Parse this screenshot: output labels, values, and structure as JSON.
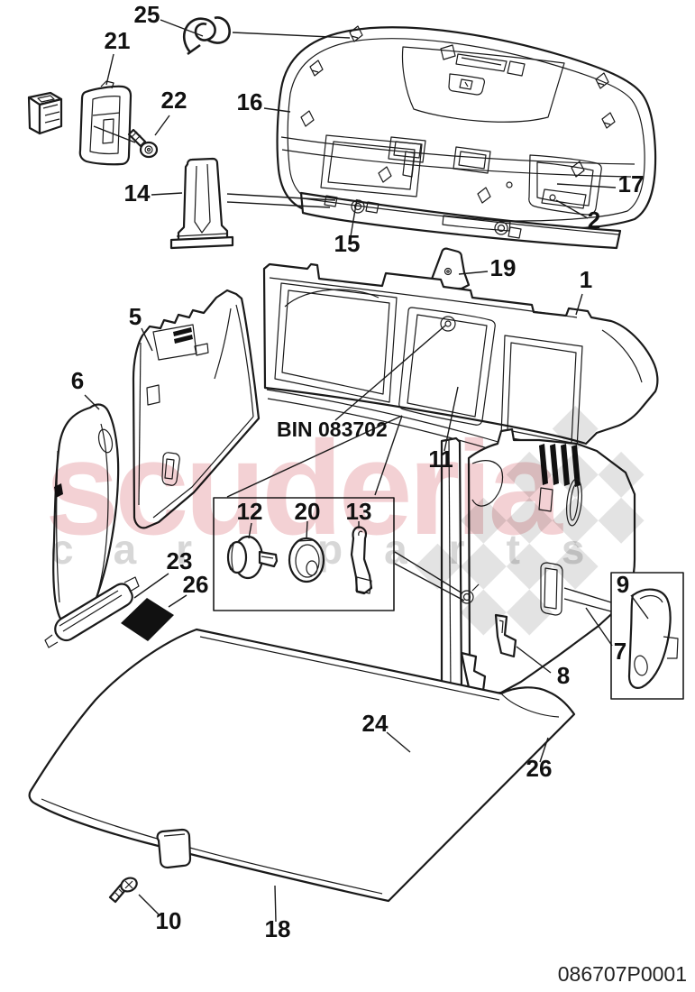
{
  "diagram": {
    "bin_label": "BIN 083702",
    "part_code": "086707P0001",
    "callouts": [
      {
        "label": "25"
      },
      {
        "label": "21"
      },
      {
        "label": "22"
      },
      {
        "label": "16"
      },
      {
        "label": "14"
      },
      {
        "label": "15"
      },
      {
        "label": "17"
      },
      {
        "label": "2"
      },
      {
        "label": "19"
      },
      {
        "label": "1"
      },
      {
        "label": "5"
      },
      {
        "label": "6"
      },
      {
        "label": "11"
      },
      {
        "label": "12"
      },
      {
        "label": "20"
      },
      {
        "label": "13"
      },
      {
        "label": "23"
      },
      {
        "label": "26"
      },
      {
        "label": "9"
      },
      {
        "label": "7"
      },
      {
        "label": "8"
      },
      {
        "label": "24"
      },
      {
        "label": "26"
      },
      {
        "label": "10"
      },
      {
        "label": "18"
      }
    ]
  },
  "watermark": {
    "brand": "scuderia",
    "letters_left": "car",
    "letters_right": "parts",
    "brand_color": "#c41826",
    "checker_color": "#e0e0e0",
    "letters_color": "#c9c9c9"
  },
  "colors": {
    "line": "#1a1a1a",
    "background": "#ffffff",
    "sticker_black": "#111111"
  }
}
